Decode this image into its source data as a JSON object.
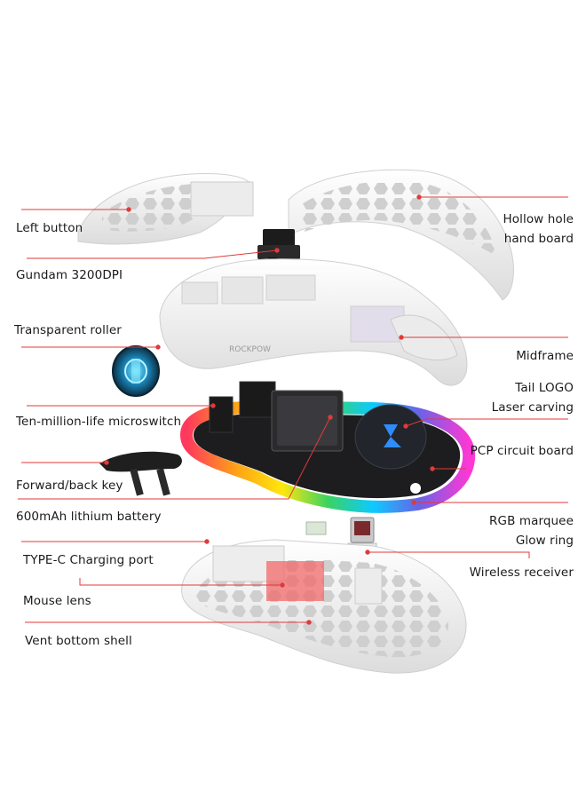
{
  "labels": {
    "left_button": "Left button",
    "gundam": "Gundam 3200DPI",
    "roller": "Transparent roller",
    "microswitch": "Ten-million-life microswitch",
    "forward_back": "Forward/back key",
    "battery": "600mAh lithium battery",
    "typec": "TYPE-C Charging port",
    "lens": "Mouse lens",
    "bottom_shell": "Vent bottom shell",
    "hollow_1": "Hollow hole",
    "hollow_2": "hand board",
    "midframe": "Midframe",
    "tail_1": "Tail LOGO",
    "tail_2": "Laser carving",
    "pcb": "PCP circuit board",
    "rgb_1": "RGB marquee",
    "rgb_2": "Glow ring",
    "receiver": "Wireless receiver"
  },
  "brand": "ROCKPOW",
  "colors": {
    "leader": "#e03a3a",
    "text": "#1a1a1a",
    "shell": "#f2f2f2"
  }
}
